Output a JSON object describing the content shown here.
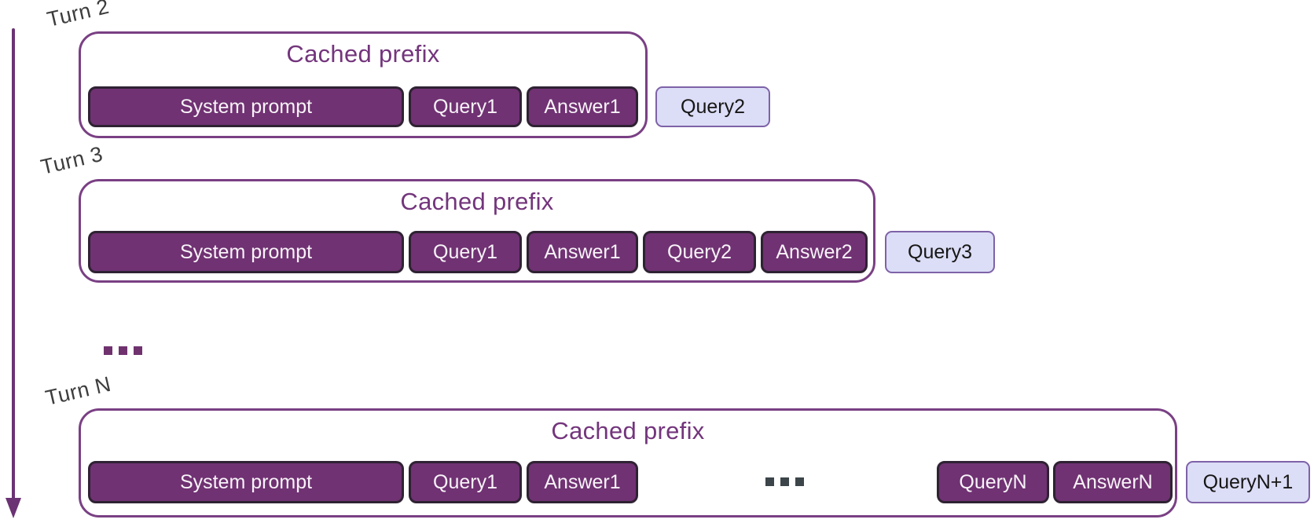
{
  "rows": [
    {
      "label": "Turn 2",
      "title": "Cached prefix",
      "chips": [
        {
          "text": "System prompt",
          "type": "cached"
        },
        {
          "text": "Query1",
          "type": "cached"
        },
        {
          "text": "Answer1",
          "type": "cached"
        }
      ],
      "new_query": {
        "text": "Query2",
        "type": "new"
      }
    },
    {
      "label": "Turn 3",
      "title": "Cached prefix",
      "chips": [
        {
          "text": "System prompt",
          "type": "cached"
        },
        {
          "text": "Query1",
          "type": "cached"
        },
        {
          "text": "Answer1",
          "type": "cached"
        },
        {
          "text": "Query2",
          "type": "cached"
        },
        {
          "text": "Answer2",
          "type": "cached"
        }
      ],
      "new_query": {
        "text": "Query3",
        "type": "new"
      }
    },
    {
      "label": "Turn N",
      "title": "Cached prefix",
      "chips": [
        {
          "text": "System prompt",
          "type": "cached"
        },
        {
          "text": "Query1",
          "type": "cached"
        },
        {
          "text": "Answer1",
          "type": "cached"
        },
        {
          "text": "...",
          "type": "ellipsis"
        },
        {
          "text": "QueryN",
          "type": "cached"
        },
        {
          "text": "AnswerN",
          "type": "cached"
        }
      ],
      "new_query": {
        "text": "QueryN+1",
        "type": "new"
      }
    }
  ],
  "between_rows_ellipsis": "...",
  "colors": {
    "container_border": "#7a4084",
    "title": "#73357c",
    "dark_chip_bg": "#703273",
    "dark_chip_border": "#2f2233",
    "dark_chip_text": "#f8f3f8",
    "light_chip_bg": "#dcddf6",
    "light_chip_border": "#7e62a8",
    "light_chip_text": "#161616",
    "label_text": "#3d3d3d",
    "arrow": "#6b3274",
    "ellipsis_purple": "#70326f",
    "ellipsis_dark": "#3c4549"
  }
}
